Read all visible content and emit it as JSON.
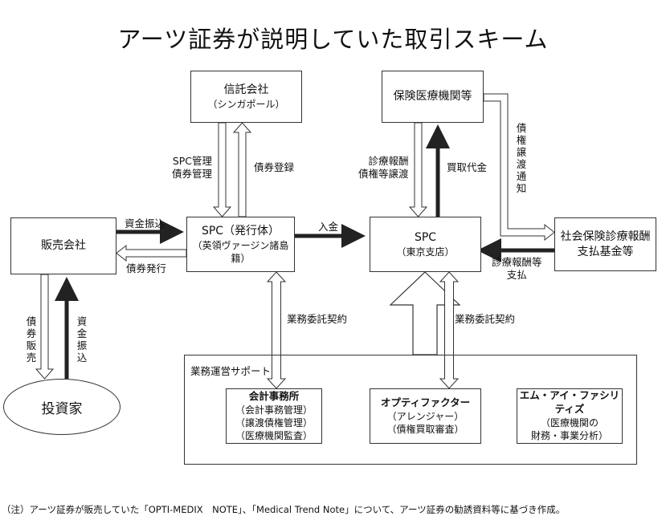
{
  "title": "アーツ証券が説明していた取引スキーム",
  "nodes": {
    "trust": {
      "name": "信託会社",
      "sub": "（シンガポール）"
    },
    "insurance": {
      "name": "保険医療機関等"
    },
    "sales": {
      "name": "販売会社"
    },
    "spc_issuer": {
      "name": "SPC（発行体）",
      "sub": "（英領ヴァージン諸島籍）"
    },
    "spc_tokyo": {
      "name": "SPC",
      "sub": "（東京支店）"
    },
    "fund": {
      "line1": "社会保険診療報酬",
      "line2": "支払基金等"
    },
    "investor": {
      "name": "投資家"
    },
    "support_group": {
      "label": "業務運営サポート"
    },
    "accounting": {
      "name": "会計事務所",
      "l1": "（会計事務管理）",
      "l2": "（譲渡債権管理）",
      "l3": "（医療機関監査）"
    },
    "optifactor": {
      "name": "オプティファクター",
      "l1": "（アレンジャー）",
      "l2": "（債権買取審査）"
    },
    "facilities": {
      "name": "エム・アイ・ファシリティズ",
      "l1": "（医療機関の",
      "l2": "財務・事業分析）"
    }
  },
  "labels": {
    "spc_mgmt": "SPC管理",
    "bond_mgmt": "債券管理",
    "bond_reg": "債券登録",
    "fee_transfer_1": "診療報酬",
    "fee_transfer_2": "債権等譲渡",
    "purchase_price": "買取代金",
    "notice_vertical": "債権譲渡通知",
    "fund_transfer_top": "資金振込",
    "bond_issue": "債券発行",
    "deposit": "入金",
    "fee_payment_1": "診療報酬等",
    "fee_payment_2": "支払",
    "bond_sales_v": "債券販売",
    "fund_transfer_v": "資金振込",
    "business_contract_1": "業務委託契約",
    "business_contract_2": "業務委託契約"
  },
  "footnote": "（注）アーツ証券が販売していた「OPTI-MEDIX　NOTE」、「Medical Trend Note」について、アーツ証券の勧誘資料等に基づき作成。"
}
